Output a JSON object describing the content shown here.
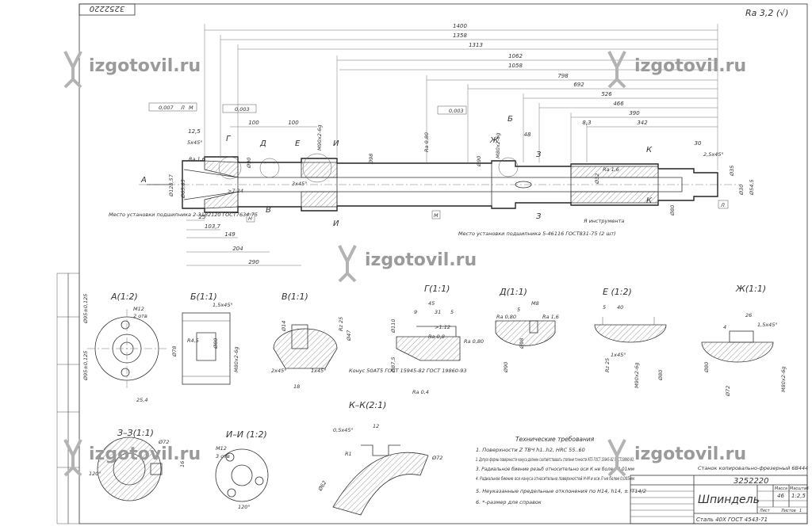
{
  "drawing": {
    "number": "3252220",
    "number_rotated": "3252220",
    "roughness_corner": "Ra 3,2 (√)",
    "part_name": "Шпиндель",
    "material": "Сталь 40Х ГОСТ 4543-71",
    "machine_note": "Станок копировально-фрезерный 6В444",
    "watermark": "izgotovil.ru"
  },
  "title_block": {
    "mass_header": "Масса",
    "scale_header": "Масштаб",
    "mass": "46",
    "scale": "1:2,5",
    "sheet_label": "Лист",
    "sheets_label": "Листов",
    "sheets_count": "1"
  },
  "main_view": {
    "length_dims": [
      "1400",
      "1358",
      "1313",
      "1062",
      "1058",
      "798",
      "692",
      "526",
      "466",
      "390",
      "342",
      "8,3",
      "48",
      "100",
      "100",
      "12,5",
      "25",
      "103,7",
      "149",
      "204",
      "290",
      "30"
    ],
    "diameters": [
      "Ø128,57",
      "Ø65,85",
      "Ø90",
      "Ø98",
      "Ø90",
      "Ø32",
      "Ø35",
      "Ø30",
      "Ø54,5",
      "Ø80"
    ],
    "threads": [
      "M90x2-6g",
      "M80x2-6g"
    ],
    "chamfers": [
      "5x45°",
      "3x45°",
      "2,5x45°"
    ],
    "roughness": [
      "Ra 1,6",
      "Ra 1,6",
      "Ra 0,80"
    ],
    "tolerances": [
      "0,007",
      "0,003",
      "0,003"
    ],
    "datums": [
      "Л",
      "М",
      "Н",
      "М",
      "Л"
    ],
    "section_marks": [
      "А",
      "Г",
      "Д",
      "Е",
      "И",
      "И",
      "В",
      "Ж",
      "Б",
      "З",
      "З",
      "К",
      "К"
    ],
    "cone_note": ">7:24",
    "bearing_note_1": "Место установки подшипника 2-3182120 ГОСТ7634-75",
    "bearing_note_2": "Место установки подшипника 5-46116 ГОСТ831-75 (2 шт)",
    "tool_note": "Я инструмента"
  },
  "sections": {
    "a": {
      "title": "А(1:2)",
      "labels": [
        "M12",
        "2 отв",
        "Ø95±0,125",
        "Ø95±0,125",
        "25,4"
      ]
    },
    "b": {
      "title": "Б(1:1)",
      "labels": [
        "1,5x45°",
        "Ø78",
        "Ø80",
        "M80x2-6g",
        "R4,5"
      ]
    },
    "v": {
      "title": "В(1:1)",
      "labels": [
        "Ø14",
        "Ø47",
        "Rz 25",
        "2x45°",
        "1x45°",
        "18"
      ]
    },
    "g": {
      "title": "Г(1:1)",
      "labels": [
        "45",
        "9",
        "31",
        "5",
        "Ø110",
        "Ø87,5",
        ">1:12",
        "Ra 0,8",
        "Ra 0,80",
        "Ra 0,4"
      ],
      "cone_note": "Конус 50АТ5 ГОСТ 15945-82 ГОСТ 19860-93"
    },
    "d": {
      "title": "Д(1:1)",
      "labels": [
        "M8",
        "5",
        "Ra 0,80",
        "Ra 1,6",
        "Ø90",
        "Ø98"
      ]
    },
    "e": {
      "title": "Е (1:2)",
      "labels": [
        "5",
        "40",
        "1x45°",
        "Rz 25",
        "M90x2-6g",
        "Ø80"
      ]
    },
    "zh": {
      "title": "Ж(1:1)",
      "labels": [
        "26",
        "1,5x45°",
        "4",
        "Ø80",
        "Ø72",
        "M80x2-6g"
      ]
    },
    "z": {
      "title": "З–З(1:1)",
      "labels": [
        "Ø72",
        "16",
        "120°"
      ]
    },
    "i": {
      "title": "И–И (1:2)",
      "labels": [
        "M12",
        "3 отв",
        "120°"
      ]
    },
    "k": {
      "title": "К–К(2:1)",
      "labels": [
        "0,5x45°",
        "12",
        "R1",
        "Ø62",
        "Ø72"
      ]
    }
  },
  "requirements": {
    "title": "Технические требования",
    "items": [
      "1. Поверхности Z ТВЧ h1..h2, HRC 55..60",
      "2. Допуск формы поверхности конуса должен соответствовать степени точности АТ5 ГОСТ 15945-82 ГОСТ19860-93.",
      "3. Радиальное биение резьб относительно оси  К не более 0,01мм",
      "4. Радиальное биение оси конуса  относительно поверхностей Н-М и оси Л не более 0,005мм",
      "5. Неуказанные предельные отклонения по H14, h14, ± IT14/2",
      "6. *-размер для справок"
    ]
  }
}
